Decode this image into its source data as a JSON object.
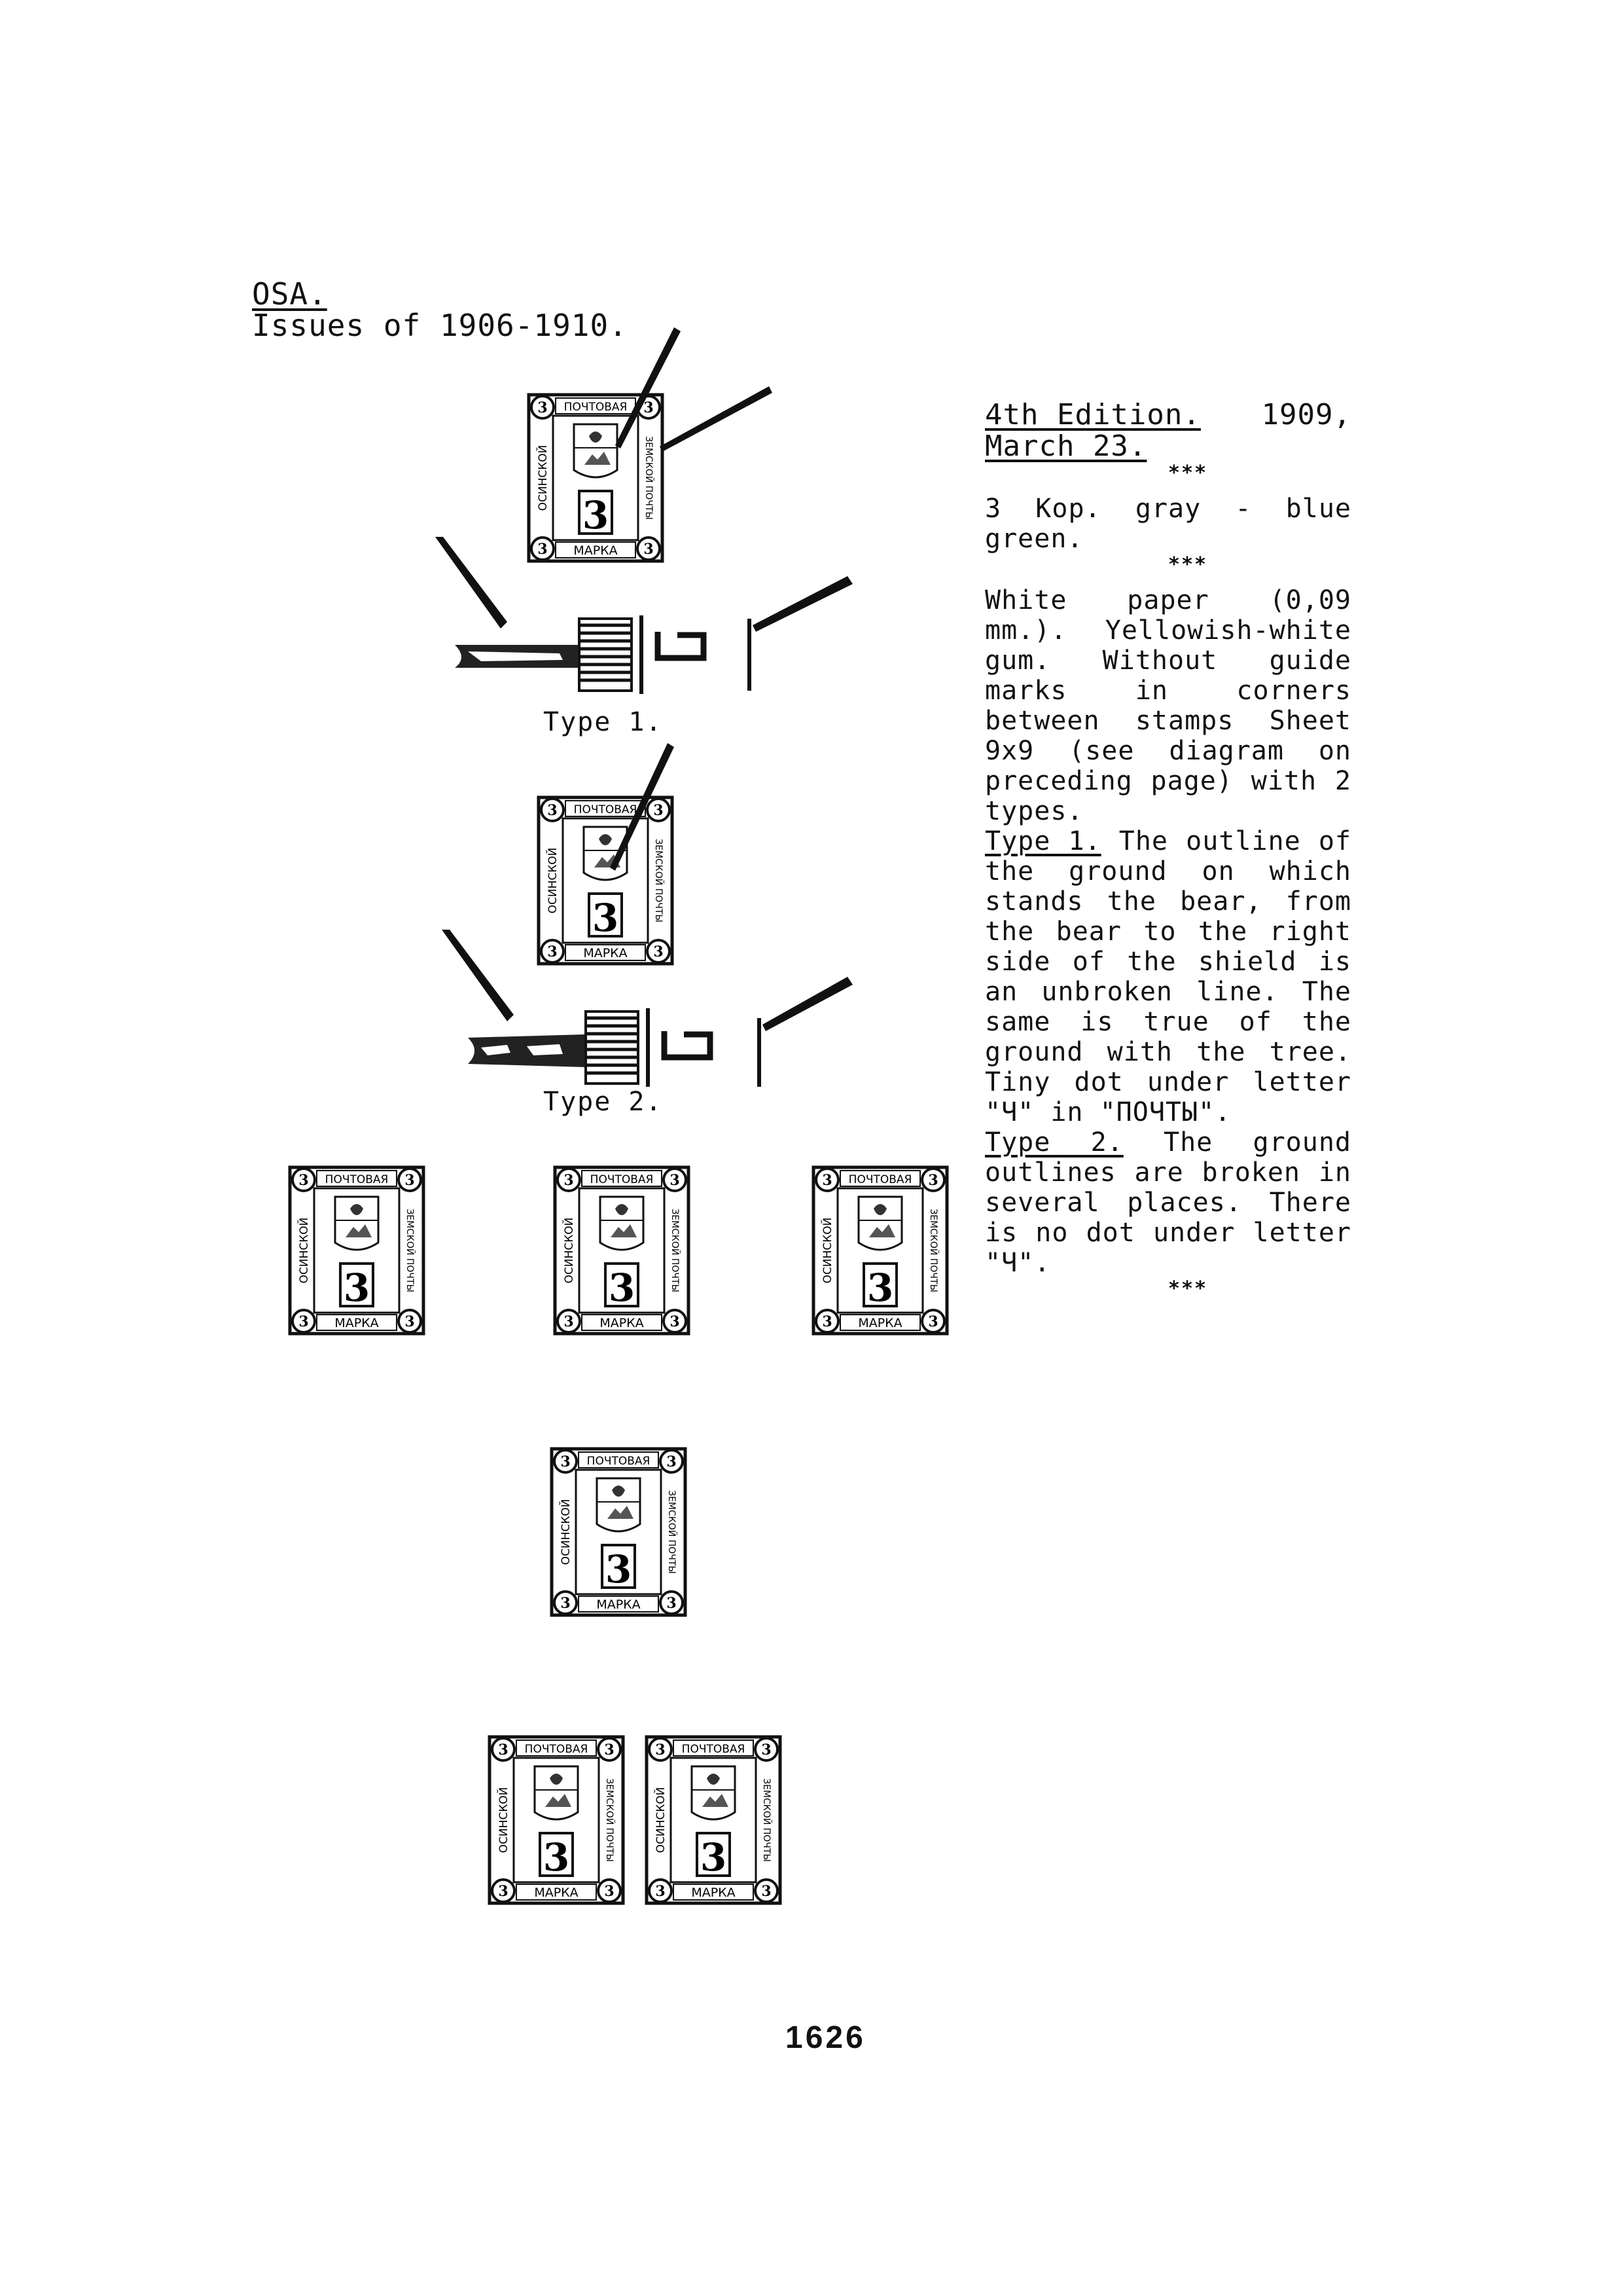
{
  "header": {
    "place": "OSA.",
    "issues": "Issues of 1906-1910."
  },
  "labels": {
    "type1": "Type 1.",
    "type2": "Type 2."
  },
  "edition": {
    "title": "4th Edition.",
    "year": "1909,",
    "date": "March 23."
  },
  "separator": "***",
  "description": {
    "value": "3 Kop. gray - blue green.",
    "paper": "White paper (0,09 mm.). Yellowish-white gum. Without guide marks in corners between stamps Sheet 9x9 (see diagram on preceding page) with 2 types.",
    "type1_label": "Type 1.",
    "type1_text": "The outline of the ground on which stands the bear, from the bear to the right side of the shield is an unbroken line. The same is true of the ground with the tree. Tiny dot under letter \"Ч\" in \"ПОЧТЫ\".",
    "type2_label": "Type 2.",
    "type2_text": "The ground outlines are broken in several places. There is no dot under letter \"Ч\"."
  },
  "stamp": {
    "top": "ПОЧТОВАЯ",
    "bottom": "МАРКА",
    "left": "ОСИНСКОЙ",
    "right": "ЗЕМСКОЙ ПОЧТЫ",
    "value": "3"
  },
  "page_number": "1626"
}
